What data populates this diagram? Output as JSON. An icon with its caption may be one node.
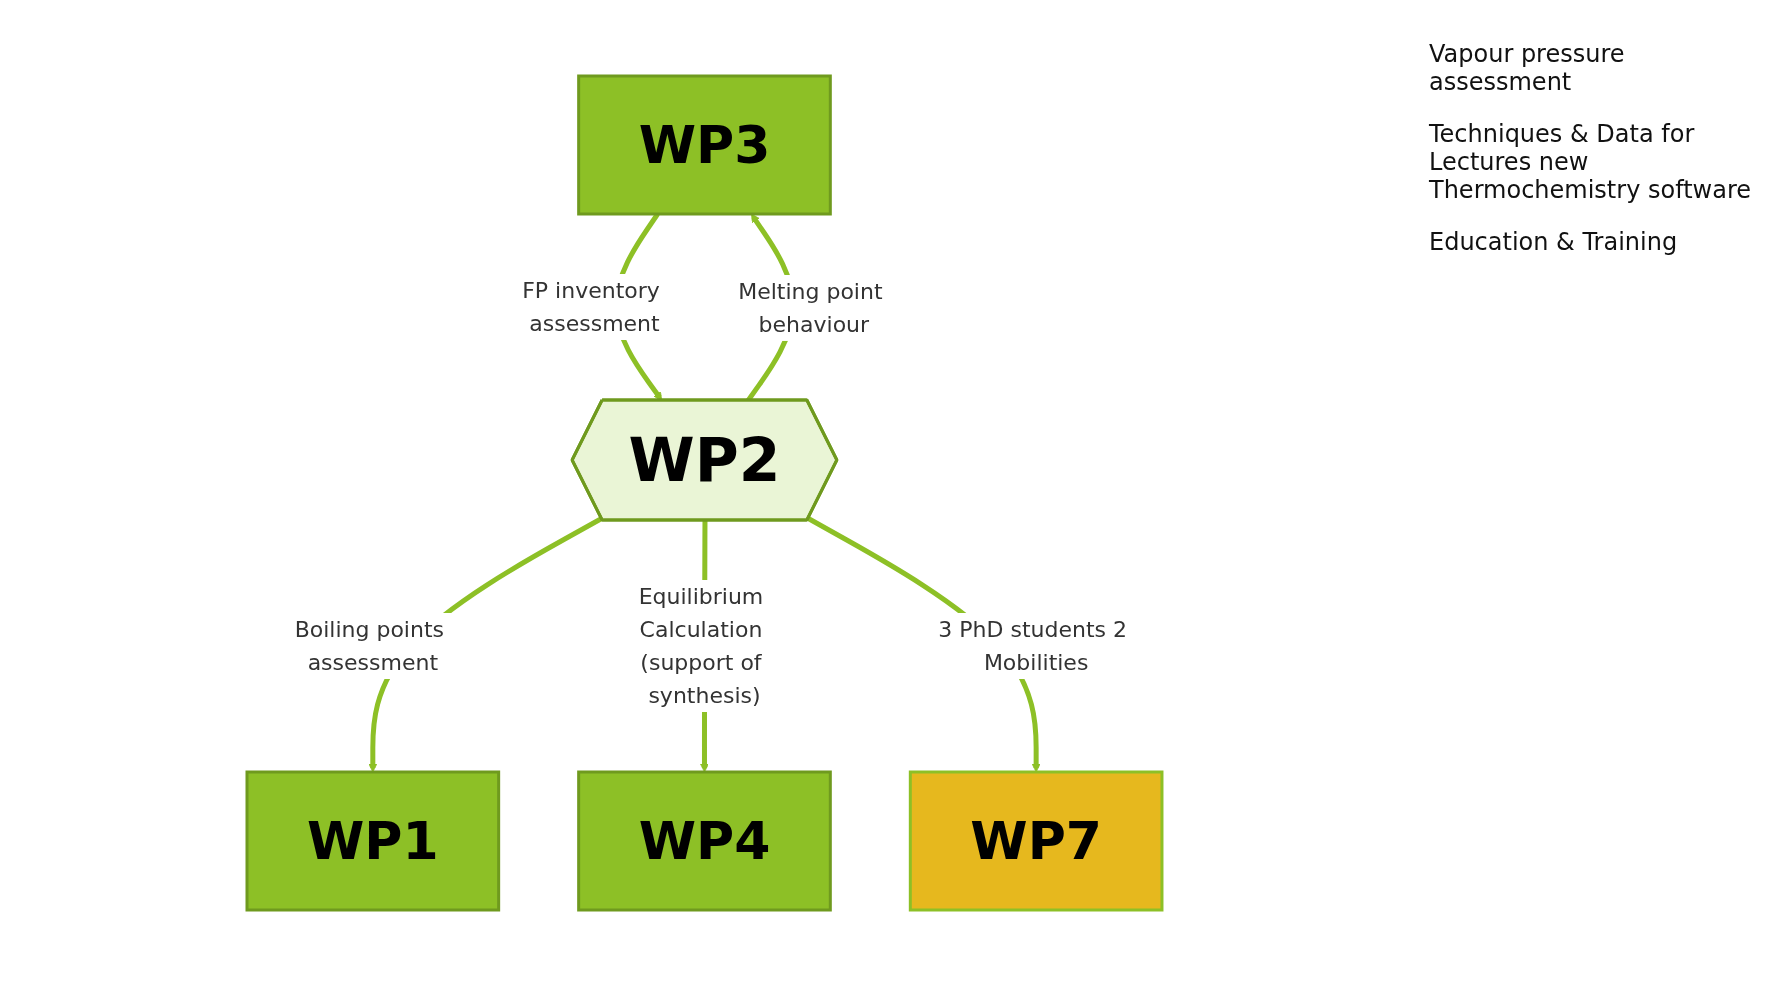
{
  "diagram": {
    "nodes": [
      {
        "text": [
          "WP1"
        ]
      },
      {
        "text": [
          "WP3"
        ]
      },
      {
        "text": [
          "WP2"
        ]
      },
      {
        "text": [
          "WP4"
        ]
      },
      {
        "text": [
          "WP7"
        ]
      }
    ],
    "edges": [
      {
        "from": 2,
        "to": 0,
        "arrow": "to",
        "label": "Boiling points assessment"
      },
      {
        "from": 2,
        "to": 1,
        "arrow": "to",
        "label": "Melting point behaviour"
      },
      {
        "from": 1,
        "to": 2,
        "arrow": "to",
        "label": "FP inventory assessment"
      },
      {
        "from": 2,
        "to": 3,
        "arrow": "to",
        "label": "Equilibrium Calculation (support of synthesis)"
      },
      {
        "from": 2,
        "to": 4,
        "arrow": "to",
        "label": "3 PhD students 2 Mobilities"
      }
    ],
    "labels": [
      "Vapour pressure assessment",
      "Techniques & Data for Lectures new Thermochemistry software",
      "Education & Training"
    ]
  }
}
